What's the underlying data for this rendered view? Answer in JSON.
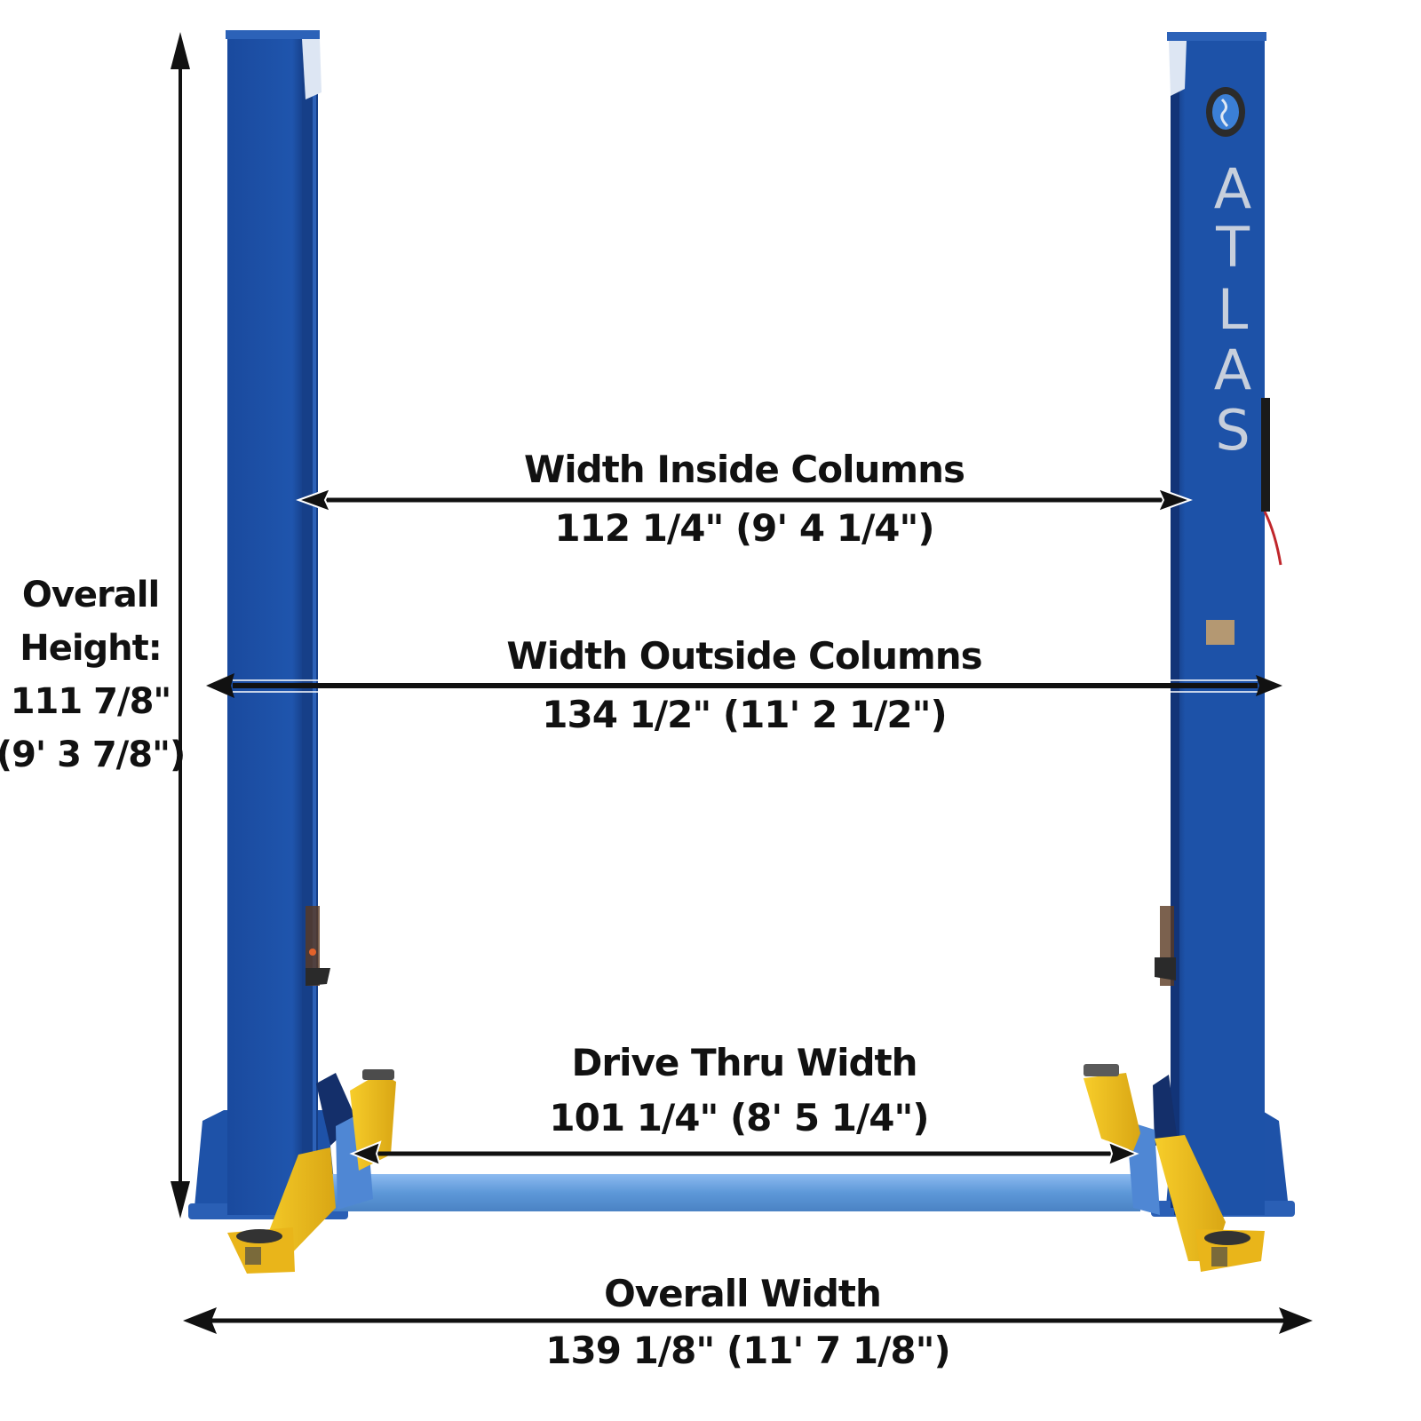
{
  "product": {
    "brand": "ATLAS",
    "brand_letters": [
      "A",
      "T",
      "L",
      "A",
      "S"
    ],
    "subject": "Two-post vehicle lift"
  },
  "colors": {
    "column_blue": "#1d4fa3",
    "column_dark": "#143a80",
    "crossbar_blue": "#5d98d8",
    "arm_yellow": "#f2c21b",
    "arm_shadow": "#c99910",
    "arrow_black": "#111111",
    "brand_text": "#c7cfdc"
  },
  "dimensions": {
    "overall_height": {
      "title_line1": "Overall",
      "title_line2": "Height:",
      "inches": "111 7/8\"",
      "feet_inches": "(9' 3 7/8\")"
    },
    "width_inside_columns": {
      "title": "Width Inside Columns",
      "value": "112 1/4\" (9' 4 1/4\")"
    },
    "width_outside_columns": {
      "title": "Width Outside Columns",
      "value": "134 1/2\" (11' 2 1/2\")"
    },
    "drive_thru_width": {
      "title": "Drive Thru Width",
      "value": "101 1/4\" (8' 5 1/4\")"
    },
    "overall_width": {
      "title": "Overall Width",
      "value": "139 1/8\" (11' 7 1/8\")"
    }
  }
}
